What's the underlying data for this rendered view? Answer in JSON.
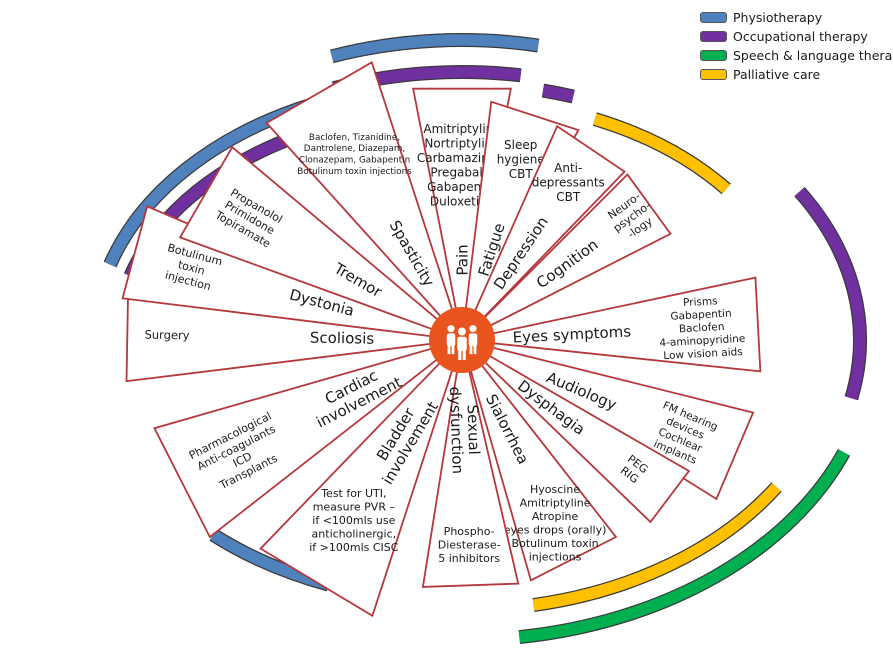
{
  "legend": [
    {
      "label": "Physiotherapy",
      "color": "#4f81bd"
    },
    {
      "label": "Occupational therapy",
      "color": "#7030a0"
    },
    {
      "label": "Speech & language therapy",
      "color": "#00b050"
    },
    {
      "label": "Palliative care",
      "color": "#ffc000"
    }
  ],
  "hub_icon": "people-group-icon",
  "hub_color": "#e8531e",
  "spoke_color": "#b5383d",
  "symptoms": [
    {
      "label": "Spasticity",
      "treatments": [
        "Baclofen, Tizanidine,",
        "Dantrolene, Diazepam,",
        "Clonazepam, Gabapentin",
        "Botulinum toxin injections"
      ]
    },
    {
      "label": "Pain",
      "treatments": [
        "Amitriptyline",
        "Nortriptyline",
        "Carbamazipine",
        "Pregabalin",
        "Gabapentin",
        "Duloxetine"
      ]
    },
    {
      "label": "Fatigue",
      "treatments": [
        "Sleep",
        "hygiene",
        "CBT"
      ]
    },
    {
      "label": "Depression",
      "treatments": [
        "Anti-",
        "depressants",
        "CBT"
      ]
    },
    {
      "label": "Cognition",
      "treatments": [
        "Neuro-",
        "psycho-",
        "-logy"
      ]
    },
    {
      "label": "Eyes symptoms",
      "treatments": [
        "Prisms",
        "Gabapentin",
        "Baclofen",
        "4-aminopyridine",
        "Low vision aids"
      ]
    },
    {
      "label": "Audiology",
      "treatments": [
        "FM hearing",
        "devices",
        "Cochlear",
        "implants"
      ]
    },
    {
      "label": "Dysphagia",
      "treatments": [
        "PEG",
        "RIG"
      ]
    },
    {
      "label": "Sialorrhea",
      "treatments": [
        "Hyoscine",
        "Amitriptyline",
        "Atropine",
        "eyes drops (orally)",
        "Botulinum toxin",
        "injections"
      ]
    },
    {
      "label": "Sexual dysfunction",
      "label_lines": [
        "Sexual",
        "dysfunction"
      ],
      "treatments": [
        "Phospho-",
        "Diesterase-",
        "5 inhibitors"
      ]
    },
    {
      "label": "Bladder involvement",
      "label_lines": [
        "Bladder",
        "involvement"
      ],
      "treatments": [
        "Test for UTI,",
        "measure PVR –",
        "if <100mls use",
        "anticholinergic,",
        "if >100mls CISC"
      ]
    },
    {
      "label": "Cardiac involvement",
      "label_lines": [
        "Cardiac",
        "involvement"
      ],
      "treatments": [
        "Pharmacological",
        "Anti-coagulants",
        "ICD",
        "Transplants"
      ]
    },
    {
      "label": "Scoliosis",
      "treatments": [
        "Surgery"
      ]
    },
    {
      "label": "Dystonia",
      "treatments": [
        "Botulinum",
        "toxin",
        "injection"
      ]
    },
    {
      "label": "Tremor",
      "treatments": [
        "Propanolol",
        "Primidone",
        "Topiramate"
      ]
    }
  ]
}
